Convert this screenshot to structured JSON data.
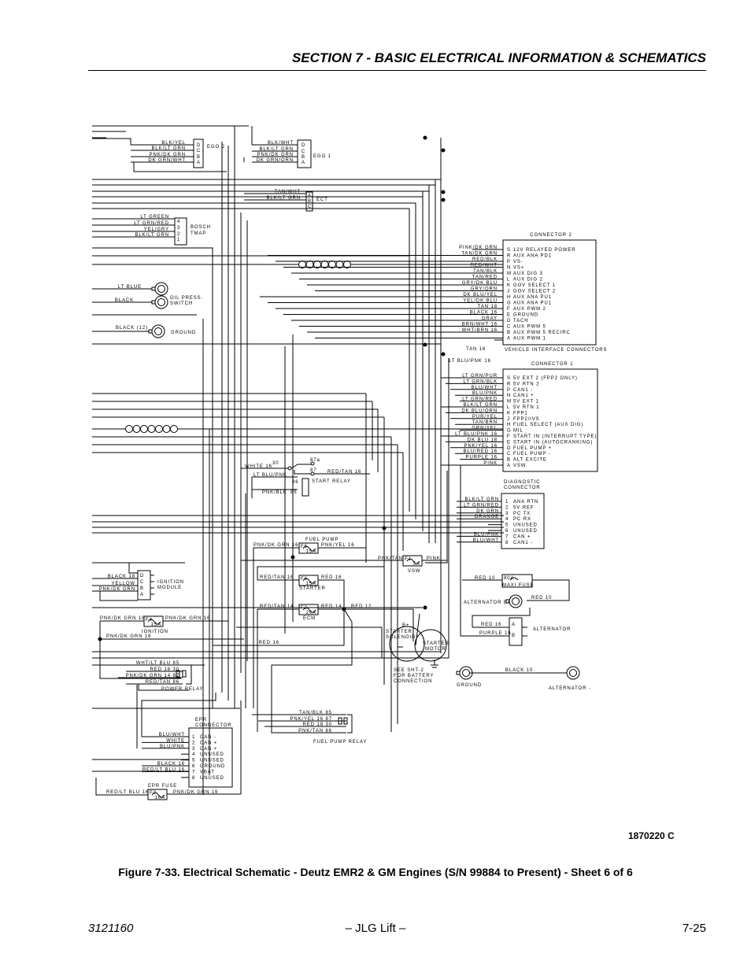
{
  "header": {
    "section_title": "SECTION 7 - BASIC ELECTRICAL INFORMATION & SCHEMATICS"
  },
  "figure_id": "1870220 C",
  "caption": "Figure 7-33.  Electrical Schematic - Deutz EMR2 & GM Engines (S/N 99884 to Present) - Sheet 6 of 6",
  "footer": {
    "doc_number": "3121160",
    "center": "– JLG Lift –",
    "page": "7-25"
  },
  "schematic": {
    "ego2": {
      "label": "EGO 2",
      "pins": [
        "D",
        "C",
        "B",
        "A"
      ],
      "wires": [
        "BLK/YEL",
        "BLK/LT GRN",
        "PNK/DK GRN",
        "DK GRN/WHT"
      ]
    },
    "ego1": {
      "label": "EGO 1",
      "pins": [
        "D",
        "C",
        "B",
        "A"
      ],
      "wires": [
        "BLK/WHT",
        "BLK/LT GRN",
        "PNK/DK GRN",
        "DK GRN/ORN"
      ]
    },
    "ect": {
      "label": "ECT",
      "pins": [
        "A",
        "B",
        "C"
      ],
      "wires": [
        "TAN/WHT",
        "BLK/LT GRN"
      ]
    },
    "tmap": {
      "label": [
        "BOSCH",
        "TMAP"
      ],
      "pins": [
        "4",
        "3",
        "2",
        "1"
      ],
      "wires": [
        "LT GREEN",
        "LT GRN/RED",
        "YEL/GRY",
        "BLK/LT GRN"
      ]
    },
    "oil_switch": {
      "label": [
        "OIL PRESS.",
        "SWITCH"
      ],
      "wires": [
        "LT BLUE",
        "BLACK"
      ]
    },
    "ground_top": {
      "label": "GROUND",
      "wire": "BLACK (12)"
    },
    "connector2": {
      "title": "CONNECTOR 2",
      "footer": "VEHICLE INTERFACE CONNECTORS",
      "pins": [
        {
          "pin": "S",
          "func": "12V RELAYED POWER",
          "wire": "PINK/DK GRN"
        },
        {
          "pin": "R",
          "func": "AUX ANA PD1",
          "wire": "TAN/DK GRN"
        },
        {
          "pin": "P",
          "func": "VS-",
          "wire": "RED/BLK"
        },
        {
          "pin": "N",
          "func": "VS+",
          "wire": "RED/WHT"
        },
        {
          "pin": "M",
          "func": "AUX DIG 3",
          "wire": "TAN/BLK"
        },
        {
          "pin": "L",
          "func": "AUX DIG 2",
          "wire": "TAN/RED"
        },
        {
          "pin": "K",
          "func": "GOV SELECT 1",
          "wire": "GRY/DK BLU"
        },
        {
          "pin": "J",
          "func": "GOV SELECT 2",
          "wire": "GRY/ORN"
        },
        {
          "pin": "H",
          "func": "AUX ANA PU1",
          "wire": "DK BLU/YEL"
        },
        {
          "pin": "G",
          "func": "AUX ANA PU1",
          "wire": "YEL/DK BLU"
        },
        {
          "pin": "F",
          "func": "AUX PWM 2",
          "wire": "TAN 18"
        },
        {
          "pin": "E",
          "func": "GROUND",
          "wire": "BLACK 16"
        },
        {
          "pin": "D",
          "func": "TACH",
          "wire": "GRAY"
        },
        {
          "pin": "C",
          "func": "AUX PWM 5",
          "wire": "BRN/WHT 16"
        },
        {
          "pin": "B",
          "func": "AUX PWM 5 RECIRC",
          "wire": "WHT/BRN 16"
        },
        {
          "pin": "A",
          "func": "AUX PWM 1",
          "wire": ""
        }
      ],
      "extra_wires": [
        "TAN 16",
        "LT BLU/PNK 16"
      ]
    },
    "connector1": {
      "title": "CONNECTOR 1",
      "pins": [
        {
          "pin": "S",
          "func": "5V EXT 2 (FPP2 ONLY)",
          "wire": "LT GRN/PUR"
        },
        {
          "pin": "R",
          "func": "5V RTN 2",
          "wire": "LT GRN/BLK"
        },
        {
          "pin": "P",
          "func": "CAN1 -",
          "wire": "BLU/WHT"
        },
        {
          "pin": "N",
          "func": "CAN1 +",
          "wire": "BLU/PNK"
        },
        {
          "pin": "M",
          "func": "5V EXT 1",
          "wire": "LT GRN/RED"
        },
        {
          "pin": "L",
          "func": "5V RTN 1",
          "wire": "BLK/LT GRN"
        },
        {
          "pin": "K",
          "func": "FPP1",
          "wire": "DK BLU/ORN"
        },
        {
          "pin": "J",
          "func": "FPP2/IVS",
          "wire": "PUR/YEL"
        },
        {
          "pin": "H",
          "func": "FUEL SELECT (AUX DIG)",
          "wire": "TAN/BRN"
        },
        {
          "pin": "G",
          "func": "MIL",
          "wire": "GRN/YEL"
        },
        {
          "pin": "F",
          "func": "START IN (INTERRUPT TYPE)",
          "wire": "LT BLU/PNK 16"
        },
        {
          "pin": "E",
          "func": "START IN (AUTOCRANKING)",
          "wire": "DK BLU 18"
        },
        {
          "pin": "D",
          "func": "FUEL PUMP +",
          "wire": "PNK/YEL 16"
        },
        {
          "pin": "C",
          "func": "FUEL PUMP -",
          "wire": "BLU/RED 16"
        },
        {
          "pin": "B",
          "func": "ALT EXCITE",
          "wire": "PURPLE 16"
        },
        {
          "pin": "A",
          "func": "VSW",
          "wire": "PINK"
        }
      ]
    },
    "start_relay": {
      "label": "START RELAY",
      "terminals": [
        "30",
        "87a",
        "87",
        "86",
        "85"
      ],
      "wires": [
        "WHITE 16",
        "RED/TAN 16",
        "LT BLU/PNK",
        "PNK/BLK"
      ]
    },
    "diagnostic": {
      "title": [
        "DIAGNOSTIC",
        "CONNECTOR"
      ],
      "pins": [
        {
          "pin": "1",
          "func": "ANA RTN",
          "wire": "BLK/LT GRN"
        },
        {
          "pin": "2",
          "func": "5V REF",
          "wire": "LT GRN/RED"
        },
        {
          "pin": "3",
          "func": "PC TX",
          "wire": "DK GRN"
        },
        {
          "pin": "4",
          "func": "PC RX",
          "wire": "ORANGE"
        },
        {
          "pin": "5",
          "func": "UNUSED",
          "wire": ""
        },
        {
          "pin": "6",
          "func": "UNUSED",
          "wire": ""
        },
        {
          "pin": "7",
          "func": "CAN +",
          "wire": "BLU/PNK"
        },
        {
          "pin": "8",
          "func": "CAN1 -",
          "wire": "BLU/WHT"
        }
      ]
    },
    "fuel_pump_fuse": {
      "title": "FUEL PUMP",
      "id": "F5",
      "rating": "15A",
      "wire_in": "PNK/DK GRN 16",
      "wire_out": "PNK/YEL 16"
    },
    "vsw_fuse": {
      "label": "VSW",
      "id": "F1",
      "rating": "5A",
      "wire_in": "PNK/TAN",
      "wire_out": "PINK"
    },
    "starter_fuse": {
      "label": "STARTER",
      "id": "F6",
      "rating": "15A",
      "wire_in": "RED/TAN 16",
      "wire_out": "RED 16"
    },
    "ecm_fuse": {
      "label": "ECM",
      "id": "F2",
      "rating": "20A",
      "wire_in": "RED/TAN 14",
      "wire_out": "RED 14",
      "wire_next": "RED 12",
      "wire_return": "RED 16"
    },
    "starter": {
      "b_plus": "B+",
      "solenoid": [
        "STARTER",
        "SOLENOID"
      ],
      "motor": [
        "STARTER",
        "MOTOR"
      ],
      "note": [
        "SEE SHT-2",
        "FOR BATTERY",
        "CONNECTION"
      ]
    },
    "maxi_fuse": {
      "rating": "80A",
      "label": "MAXI FUSE",
      "wire_in": "RED 10",
      "wire_out": "RED 10"
    },
    "alternator_bplus": {
      "label": "ALTERNATOR B+"
    },
    "alternator": {
      "label": "ALTERNATOR",
      "pins": [
        "A",
        "B"
      ],
      "wires": [
        "RED 16",
        "PURPLE 16"
      ]
    },
    "ground_bottom": {
      "label": "GROUND",
      "wire": "BLACK 10",
      "alt_minus": "ALTERNATOR -"
    },
    "ignition_module": {
      "label": [
        "IGNITION",
        "MODULE"
      ],
      "pins": [
        "D",
        "C",
        "B",
        "A"
      ],
      "wires": [
        "BLACK 18",
        "YELLOW",
        "PNK/DK GRN"
      ]
    },
    "ignition_fuse": {
      "label": "IGNITION",
      "id": "F4",
      "rating": "15A",
      "wire_in": "PNK/DK GRN 16",
      "wire_out": "PNK/DK GRN 16",
      "wire_branch": "PNK/DK GRN 16"
    },
    "power_relay": {
      "label": "POWER RELAY",
      "wires": [
        "WHT/LT BLU  85",
        "RED 16  30",
        "PNK/DK GRN 14  87",
        "RED/TAN  86"
      ]
    },
    "fuel_pump_relay": {
      "label": "FUEL PUMP RELAY",
      "wires": [
        "TAN/BLK  85",
        "PNK/YEL 16  87",
        "RED 18  30",
        "PNK/TAN  86"
      ]
    },
    "epr_connector": {
      "title": [
        "EPR",
        "CONNECTOR"
      ],
      "pins": [
        {
          "pin": "1",
          "func": "CAN -",
          "wire": "BLU/WHT"
        },
        {
          "pin": "2",
          "func": "CAN +",
          "wire": "WHITE"
        },
        {
          "pin": "3",
          "func": "CAN +",
          "wire": "BLU/PNK"
        },
        {
          "pin": "4",
          "func": "UNUSED",
          "wire": ""
        },
        {
          "pin": "5",
          "func": "UNUSED",
          "wire": ""
        },
        {
          "pin": "6",
          "func": "GROUND",
          "wire": "BLACK 16"
        },
        {
          "pin": "7",
          "func": "VBAT",
          "wire": "RED/LT BLU 16"
        },
        {
          "pin": "8",
          "func": "UNUSED",
          "wire": ""
        }
      ]
    },
    "epr_fuse": {
      "title": "EPR FUSE",
      "id": "F3",
      "rating": "10A",
      "wire_in": "RED/LT BLU 16",
      "wire_out": "PNK/DK GRN 16"
    }
  }
}
